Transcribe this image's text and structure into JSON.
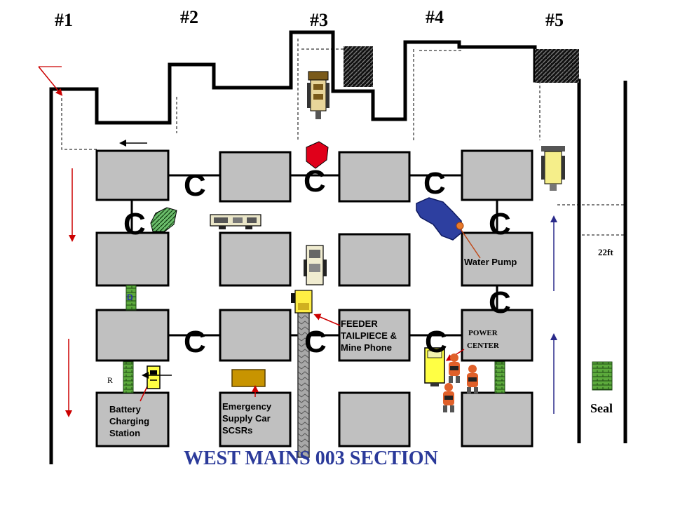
{
  "entries": [
    "#1",
    "#2",
    "#3",
    "#4",
    "#5"
  ],
  "crosscut_mark": "C",
  "labels": {
    "water_pump": "Water Pump",
    "distance": "22ft",
    "feeder_tailpiece": "FEEDER\nTAILPIECE &\nMine Phone",
    "power_center": "POWER\nCENTER",
    "battery_station": "Battery\nCharging\nStation",
    "emergency_car": "Emergency\nSupply Car\nSCSRs",
    "seal": "Seal",
    "refuge_marker": "R",
    "door_marker": "D"
  },
  "title": "WEST MAINS 003 SECTION",
  "colors": {
    "pillar": "#c0c0c0",
    "wall": "#000000",
    "title": "#2b3a9a",
    "arrow_red": "#cc0000",
    "arrow_blue": "#2a2a8a",
    "water": "#2d3fa0",
    "red_patch": "#e0001a",
    "green_patch": "#66b866",
    "stopping": "#5caa3c",
    "belt": "#a0a0a0",
    "supply_car": "#c89400",
    "equipment": "#ffff44",
    "miner": "#e0602a"
  }
}
